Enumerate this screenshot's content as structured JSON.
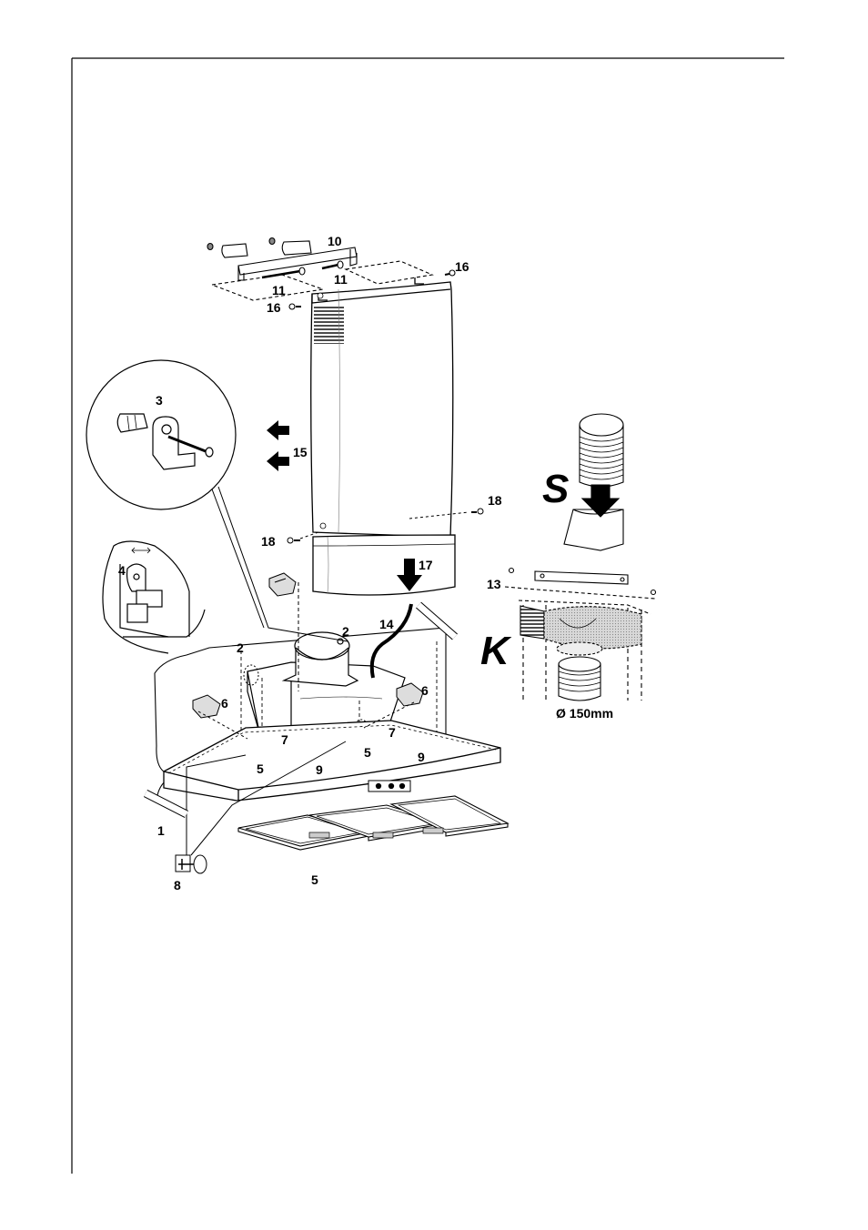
{
  "labels": {
    "l1": "1",
    "l2a": "2",
    "l2b": "2",
    "l3": "3",
    "l4": "4",
    "l5a": "5",
    "l5b": "5",
    "l5c": "5",
    "l6a": "6",
    "l6b": "6",
    "l7a": "7",
    "l7b": "7",
    "l8": "8",
    "l9a": "9",
    "l9b": "9",
    "l10": "10",
    "l11a": "11",
    "l11b": "11",
    "l13": "13",
    "l14": "14",
    "l15": "15",
    "l16a": "16",
    "l16b": "16",
    "l17": "17",
    "l18a": "18",
    "l18b": "18",
    "recirc_letter": "S",
    "extract_letter": "K",
    "diameter": "Ø 150mm"
  }
}
